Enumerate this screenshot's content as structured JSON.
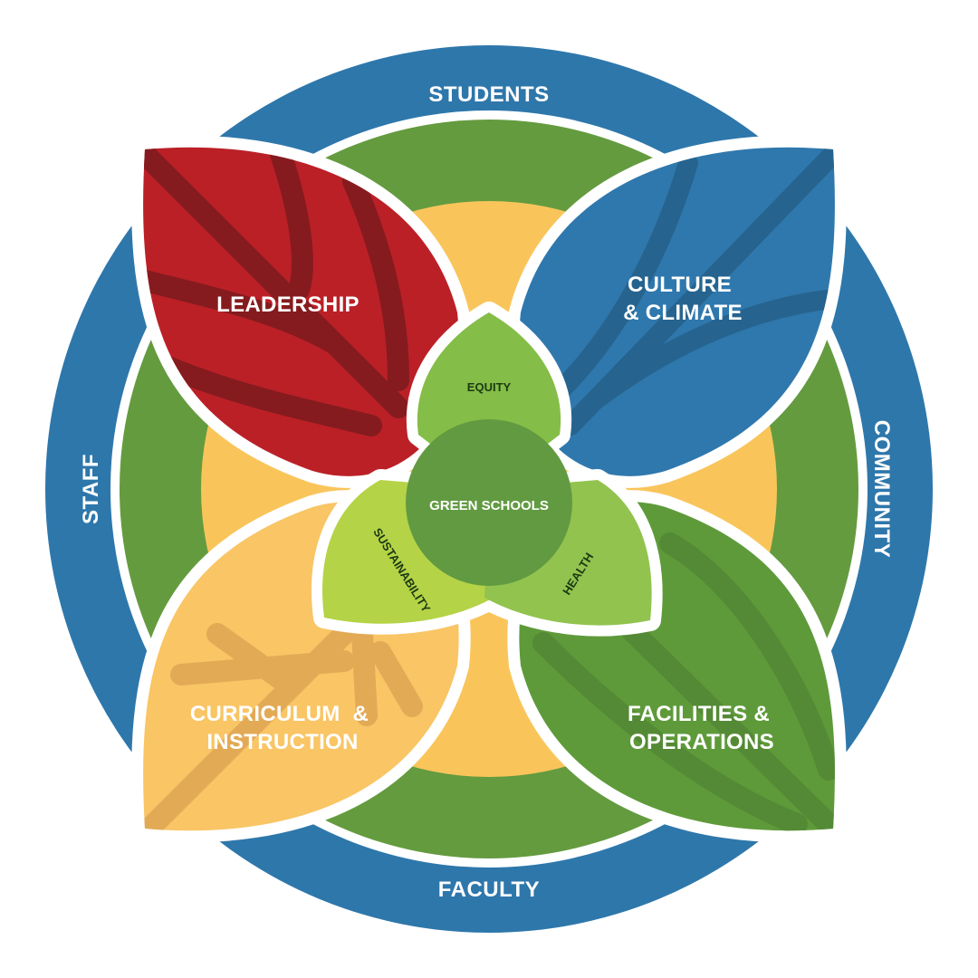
{
  "outer_ring": {
    "top": "STUDENTS",
    "right": "COMMUNITY",
    "bottom": "FACULTY",
    "left": "STAFF"
  },
  "leaves": {
    "top_left": {
      "lines": [
        "LEADERSHIP"
      ]
    },
    "top_right": {
      "lines": [
        "CULTURE",
        "& CLIMATE"
      ]
    },
    "bottom_left": {
      "lines": [
        "CURRICULUM  &",
        "INSTRUCTION"
      ]
    },
    "bottom_right": {
      "lines": [
        "FACILITIES &",
        "OPERATIONS"
      ]
    }
  },
  "petals": {
    "top": "EQUITY",
    "left": "SUSTAINABILITY",
    "right": "HEALTH"
  },
  "center": "GREEN SCHOOLS",
  "colors": {
    "ring_blue": "#2e77ab",
    "ring_green": "#649b3f",
    "ring_yellow": "#f9c55b",
    "leaf_red": "#bb2027",
    "leaf_blue": "#2f78ad",
    "leaf_yellow": "#f9c565",
    "leaf_green": "#5e9a3a",
    "petal_top": "#84bd47",
    "petal_left": "#b4d346",
    "petal_right": "#92c34f",
    "center": "#629a42"
  }
}
